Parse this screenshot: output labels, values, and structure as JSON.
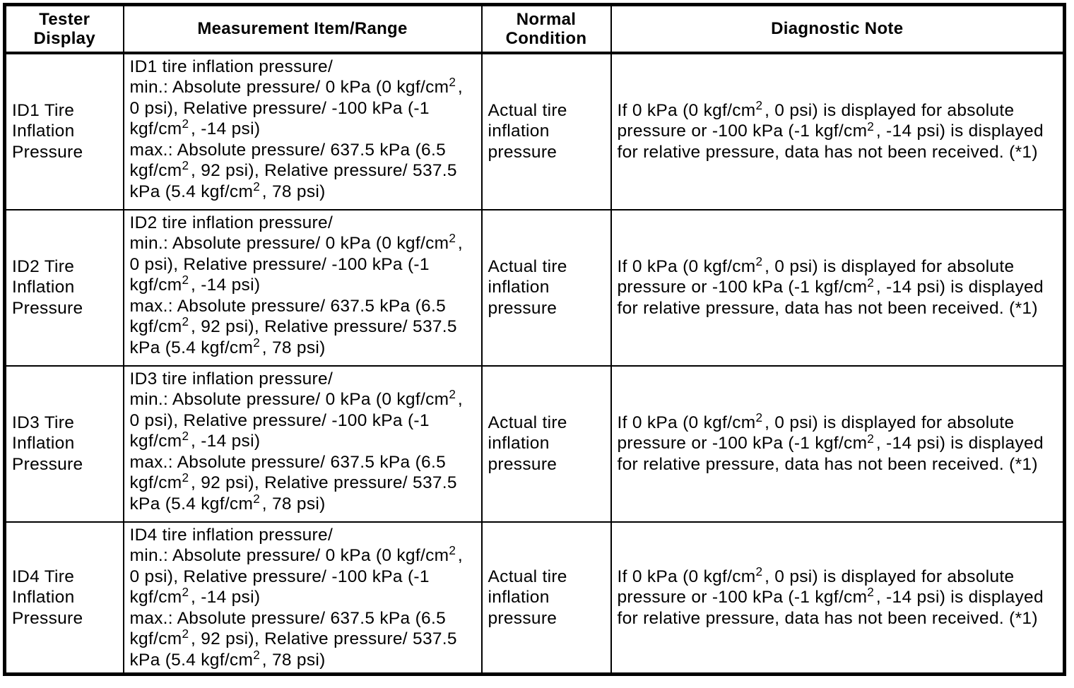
{
  "header": {
    "columns": [
      "Tester\nDisplay",
      "Measurement Item/Range",
      "Normal\nCondition",
      "Diagnostic Note"
    ]
  },
  "rows": [
    {
      "tester_display": "ID1 Tire Inflation Pressure",
      "measurement_item_range": "ID1 tire inflation pressure/\nmin.: Absolute pressure/ 0 kPa (0 kgf/cm², 0 psi), Relative pressure/ -100 kPa (-1 kgf/cm², -14 psi)\nmax.: Absolute pressure/ 637.5 kPa (6.5 kgf/cm², 92 psi), Relative pressure/ 537.5 kPa (5.4 kgf/cm², 78 psi)",
      "normal_condition": "Actual tire inflation pressure",
      "diagnostic_note": "If 0 kPa (0 kgf/cm², 0 psi) is displayed for absolute pressure or -100 kPa (-1 kgf/cm², -14 psi) is displayed for relative pressure, data has not been received. (*1)"
    },
    {
      "tester_display": "ID2 Tire Inflation Pressure",
      "measurement_item_range": "ID2 tire inflation pressure/\nmin.: Absolute pressure/ 0 kPa (0 kgf/cm², 0 psi), Relative pressure/ -100 kPa (-1 kgf/cm², -14 psi)\nmax.: Absolute pressure/ 637.5 kPa (6.5 kgf/cm², 92 psi), Relative pressure/ 537.5 kPa (5.4 kgf/cm², 78 psi)",
      "normal_condition": "Actual tire inflation pressure",
      "diagnostic_note": "If 0 kPa (0 kgf/cm², 0 psi) is displayed for absolute pressure or -100 kPa (-1 kgf/cm², -14 psi) is displayed for relative pressure, data has not been received. (*1)"
    },
    {
      "tester_display": "ID3 Tire Inflation Pressure",
      "measurement_item_range": "ID3 tire inflation pressure/\nmin.: Absolute pressure/ 0 kPa (0 kgf/cm², 0 psi), Relative pressure/ -100 kPa (-1 kgf/cm², -14 psi)\nmax.: Absolute pressure/ 637.5 kPa (6.5 kgf/cm², 92 psi), Relative pressure/ 537.5 kPa (5.4 kgf/cm², 78 psi)",
      "normal_condition": "Actual tire inflation pressure",
      "diagnostic_note": "If 0 kPa (0 kgf/cm², 0 psi) is displayed for absolute pressure or -100 kPa (-1 kgf/cm², -14 psi) is displayed for relative pressure, data has not been received. (*1)"
    },
    {
      "tester_display": "ID4 Tire Inflation Pressure",
      "measurement_item_range": "ID4 tire inflation pressure/\nmin.: Absolute pressure/ 0 kPa (0 kgf/cm², 0 psi), Relative pressure/ -100 kPa (-1 kgf/cm², -14 psi)\nmax.: Absolute pressure/ 637.5 kPa (6.5 kgf/cm², 92 psi), Relative pressure/ 537.5 kPa (5.4 kgf/cm², 78 psi)",
      "normal_condition": "Actual tire inflation pressure",
      "diagnostic_note": "If 0 kPa (0 kgf/cm², 0 psi) is displayed for absolute pressure or -100 kPa (-1 kgf/cm², -14 psi) is displayed for relative pressure, data has not been received. (*1)"
    }
  ]
}
